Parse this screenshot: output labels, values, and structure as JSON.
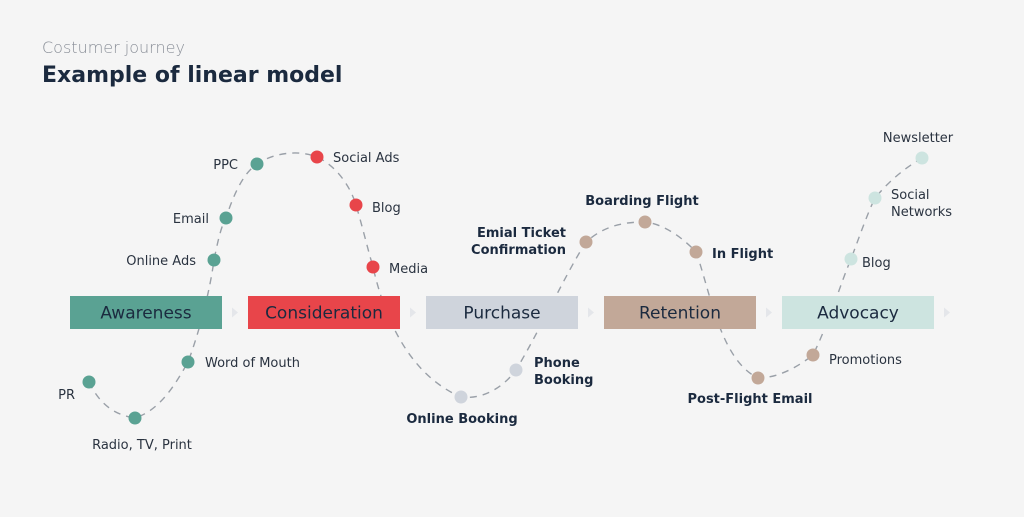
{
  "header": {
    "subtitle": "Costumer journey",
    "title": "Example of linear model"
  },
  "colors": {
    "awareness": "#5aa293",
    "consideration": "#e8454a",
    "purchase": "#cfd4dc",
    "retention": "#c2a898",
    "advocacy": "#cde4e0",
    "path": "#9aa0a8"
  },
  "stages": [
    {
      "label": "Awareness",
      "key": "awareness"
    },
    {
      "label": "Consideration",
      "key": "consideration"
    },
    {
      "label": "Purchase",
      "key": "purchase"
    },
    {
      "label": "Retention",
      "key": "retention"
    },
    {
      "label": "Advocacy",
      "key": "advocacy"
    }
  ],
  "touchpoints": [
    {
      "label": "PR",
      "stage": "awareness"
    },
    {
      "label": "Radio, TV, Print",
      "stage": "awareness"
    },
    {
      "label": "Word of Mouth",
      "stage": "awareness"
    },
    {
      "label": "Online Ads",
      "stage": "awareness"
    },
    {
      "label": "Email",
      "stage": "awareness"
    },
    {
      "label": "PPC",
      "stage": "awareness"
    },
    {
      "label": "Social Ads",
      "stage": "consideration"
    },
    {
      "label": "Blog",
      "stage": "consideration"
    },
    {
      "label": "Media",
      "stage": "consideration"
    },
    {
      "label": "Online Booking",
      "stage": "purchase"
    },
    {
      "label": "Phone\nBooking",
      "stage": "purchase"
    },
    {
      "label": "Emial Ticket\nConfirmation",
      "stage": "retention"
    },
    {
      "label": "Boarding Flight",
      "stage": "retention"
    },
    {
      "label": "In Flight",
      "stage": "retention"
    },
    {
      "label": "Post-Flight Email",
      "stage": "retention"
    },
    {
      "label": "Promotions",
      "stage": "retention"
    },
    {
      "label": "Blog",
      "stage": "advocacy"
    },
    {
      "label": "Social\nNetworks",
      "stage": "advocacy"
    },
    {
      "label": "Newsletter",
      "stage": "advocacy"
    }
  ]
}
